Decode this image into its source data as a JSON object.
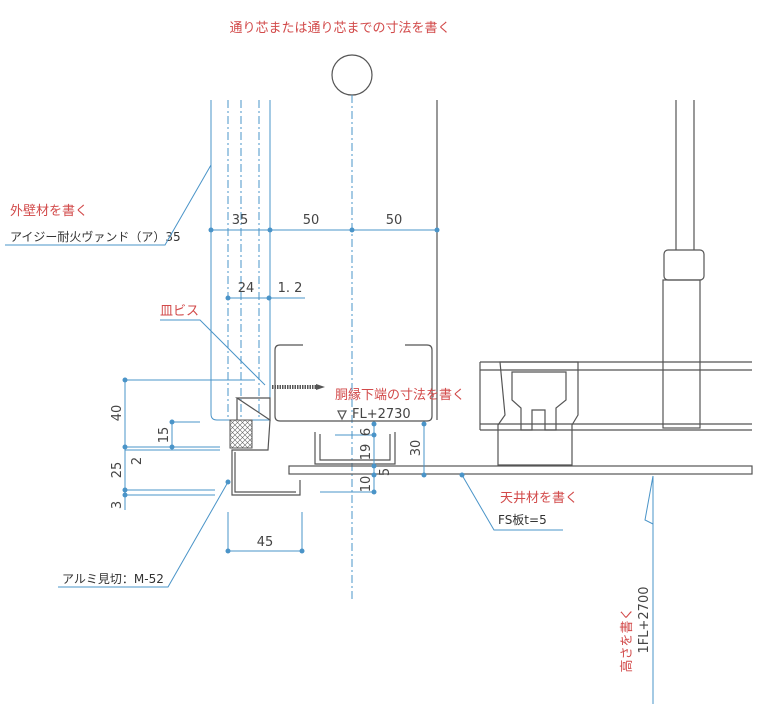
{
  "annotations": {
    "grid_note": "通り芯または通り芯までの寸法を書く",
    "wall_note": "外壁材を書く",
    "wall_material": "アイジー耐火ヴァンド（ア）35",
    "screw_note": "皿ビス",
    "furring_note": "胴縁下端の寸法を書く",
    "furring_level": "FL+2730",
    "ceiling_note": "天井材を書く",
    "ceiling_material": "FS板t=5",
    "trim_material": "アルミ見切：M-52",
    "height_note": "高さを書く",
    "ceiling_height": "1FL+2700"
  },
  "dimensions": {
    "d35": "35",
    "d50a": "50",
    "d50b": "50",
    "d24": "24",
    "d1_2": "1. 2",
    "d40": "40",
    "d15": "15",
    "d2": "2",
    "d25": "25",
    "d3": "3",
    "d45": "45",
    "d6": "6",
    "d19": "19",
    "d5": "5",
    "d10": "10",
    "d30": "30"
  },
  "colors": {
    "note": "#d24a4a",
    "dimension_line": "#4a94c8"
  }
}
